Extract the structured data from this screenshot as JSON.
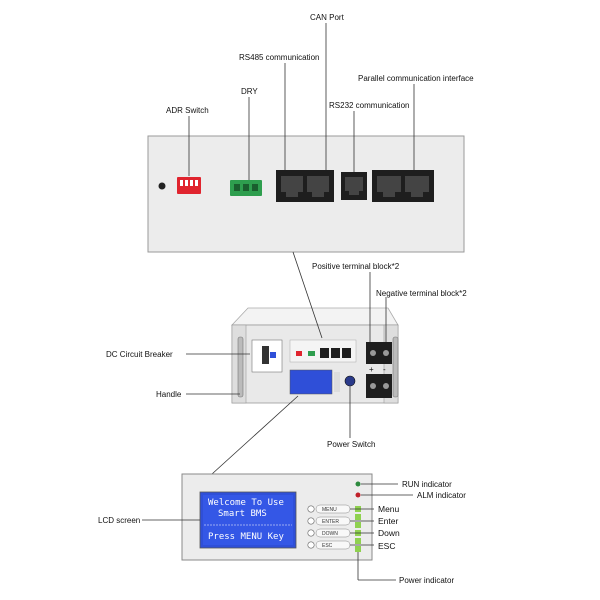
{
  "labels": {
    "can_port": "CAN Port",
    "rs485": "RS485 communication",
    "parallel": "Parallel communication interface",
    "adr_switch": "ADR Switch",
    "dry": "DRY",
    "rs232": "RS232 communication",
    "positive_terminal": "Positive terminal block*2",
    "negative_terminal": "Negative terminal block*2",
    "dc_breaker": "DC Circuit Breaker",
    "handle": "Handle",
    "power_switch": "Power Switch",
    "run_indicator": "RUN indicator",
    "alm_indicator": "ALM indicator",
    "lcd_screen": "LCD screen",
    "menu": "Menu",
    "enter": "Enter",
    "down": "Down",
    "esc": "ESC",
    "power_indicator": "Power indicator"
  },
  "lcd": {
    "line1": "Welcome To Use",
    "line2": "Smart BMS",
    "line3": "Press MENU Key"
  },
  "buttons": {
    "menu": "MENU",
    "enter": "ENTER",
    "down": "DOWN",
    "esc": "ESC"
  },
  "terminals": {
    "plus": "+",
    "minus": "-"
  },
  "colors": {
    "panel": "#ececec",
    "lcd_blue": "#2f4fd8",
    "port_black": "#1e1e1e",
    "dry_green": "#2e9e4e",
    "adr_red": "#e0242e",
    "led_green": "#8fd14f",
    "run_led": "#2d8a3e",
    "alm_led": "#c0202a"
  }
}
